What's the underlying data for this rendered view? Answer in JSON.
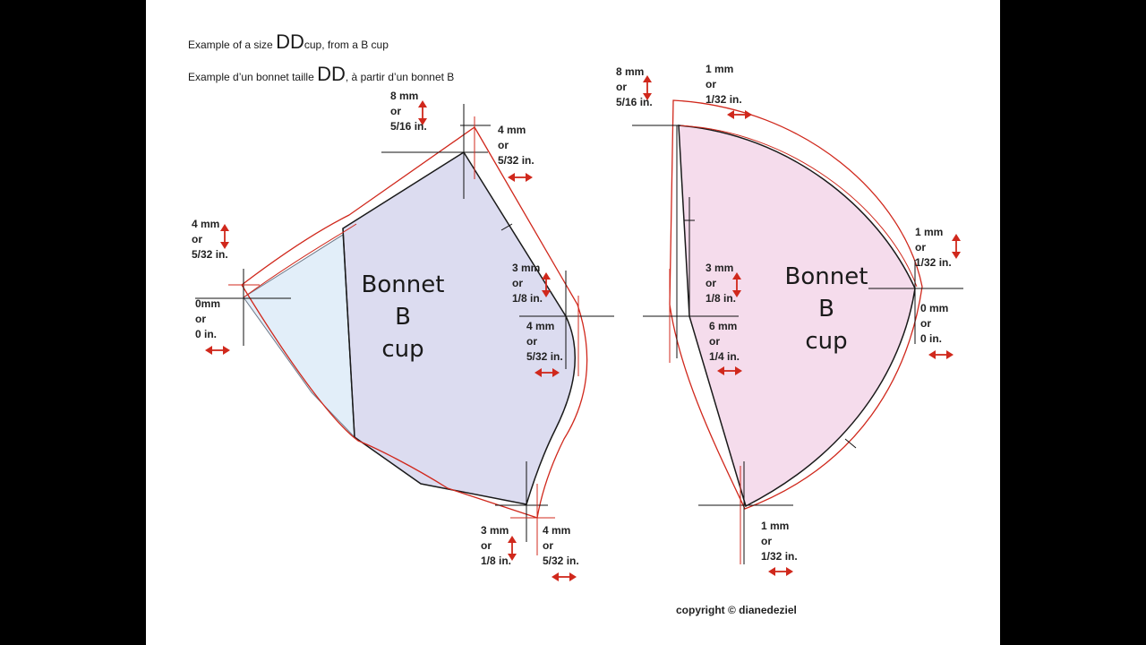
{
  "titles": {
    "en_prefix": "Example of a size",
    "en_size": "DD",
    "en_suffix": "cup, from a B cup",
    "fr_prefix": "Example d’un bonnet taille",
    "fr_size": "DD",
    "fr_suffix": ", à partir d’un bonnet B"
  },
  "pieces": {
    "left": [
      "Bonnet",
      "B",
      "cup"
    ],
    "right": [
      "Bonnet",
      "B",
      "cup"
    ]
  },
  "labels": {
    "left_top": [
      "8 mm",
      "or",
      "5/16 in."
    ],
    "left_apex": [
      "4 mm",
      "or",
      "5/32 in."
    ],
    "left_side_top": [
      "4 mm",
      "or",
      "5/32 in."
    ],
    "left_side_zero": [
      "0mm",
      "or",
      "0 in."
    ],
    "left_right_upper": [
      "3 mm",
      "or",
      "1/8 in."
    ],
    "left_right_lower": [
      "4 mm",
      "or",
      "5/32 in."
    ],
    "left_bottom_a": [
      "3 mm",
      "or",
      "1/8 in."
    ],
    "left_bottom_b": [
      "4 mm",
      "or",
      "5/32 in."
    ],
    "right_top": [
      "8 mm",
      "or",
      "5/16 in."
    ],
    "right_top_b": [
      "1 mm",
      "or",
      "1/32 in."
    ],
    "right_center_upper": [
      "3 mm",
      "or",
      "1/8 in."
    ],
    "right_center_lower": [
      "6 mm",
      "or",
      "1/4 in."
    ],
    "right_side_upper": [
      "1 mm",
      "or",
      "1/32 in."
    ],
    "right_side_zero": [
      "0 mm",
      "or",
      "0 in."
    ],
    "right_bottom": [
      "1 mm",
      "or",
      "1/32 in."
    ]
  },
  "copyright": "copyright © dianedeziel",
  "colors": {
    "original_fill_left": "#dcdcf0",
    "side_fill_left": "#e2eef9",
    "original_fill_right": "#f5dcec",
    "new_outline": "#d0281c",
    "arrow": "#d0281c",
    "guide": "#111111"
  },
  "icons": [
    "vertical-double-arrow-icon",
    "horizontal-double-arrow-icon"
  ]
}
